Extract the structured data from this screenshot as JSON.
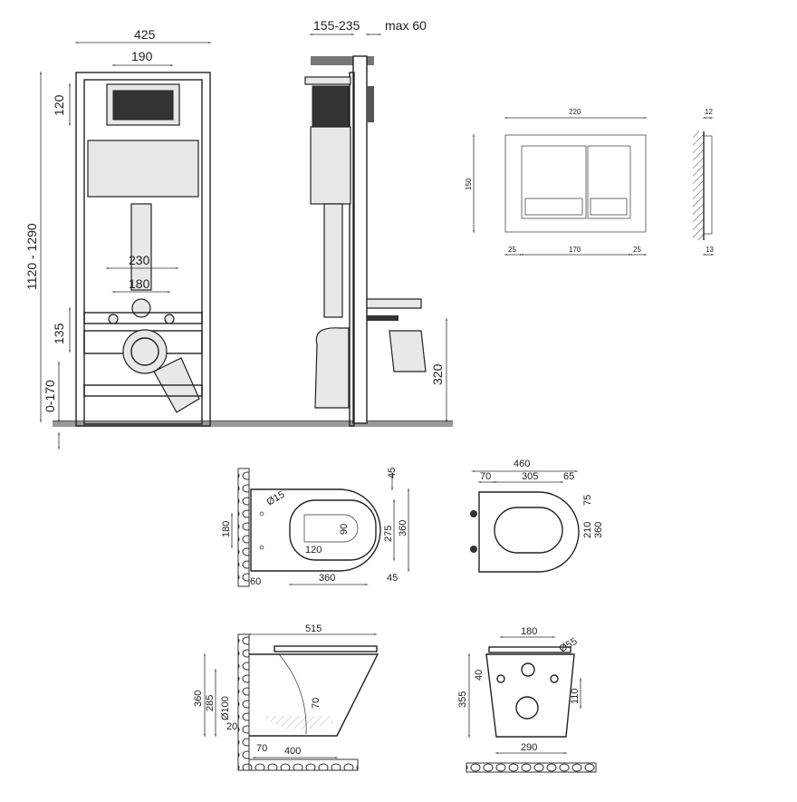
{
  "frame_front": {
    "width": "425",
    "plate_width": "190",
    "plate_height": "120",
    "height_range": "1120 - 1290",
    "bolt_spacing_wide": "230",
    "bolt_spacing_narrow": "180",
    "bolt_height": "135",
    "leg_adjust": "0-170"
  },
  "frame_side": {
    "depth": "155-235",
    "wall_max": "max 60",
    "outlet_height": "320"
  },
  "flush_plate": {
    "width": "220",
    "height": "150",
    "margin_left": "25",
    "buttons_width": "170",
    "margin_right": "25",
    "thickness_top": "12",
    "thickness_bottom": "13"
  },
  "bowl_top": {
    "top_offset": "45",
    "hole_diameter": "Ø15",
    "bolt_spacing": "180",
    "outlet_height": "90",
    "inner_width": "275",
    "outer_width": "360",
    "outlet_width": "120",
    "bolt_offset": "60",
    "length": "360",
    "front_offset": "45"
  },
  "seat_top": {
    "length": "460",
    "rear": "70",
    "opening": "305",
    "front": "65",
    "side": "75",
    "opening_width": "210",
    "width": "360"
  },
  "bowl_side": {
    "length": "515",
    "height": "360",
    "inlet_height": "285",
    "outlet_diameter": "Ø100",
    "water_depth": "70",
    "outlet_offset": "20",
    "outlet_rear": "70",
    "floor_length": "400"
  },
  "bowl_back": {
    "bolt_spacing": "180",
    "inlet_diameter": "Ø55",
    "inlet_offset": "40",
    "height": "355",
    "outlet_height": "110",
    "width": "290"
  }
}
